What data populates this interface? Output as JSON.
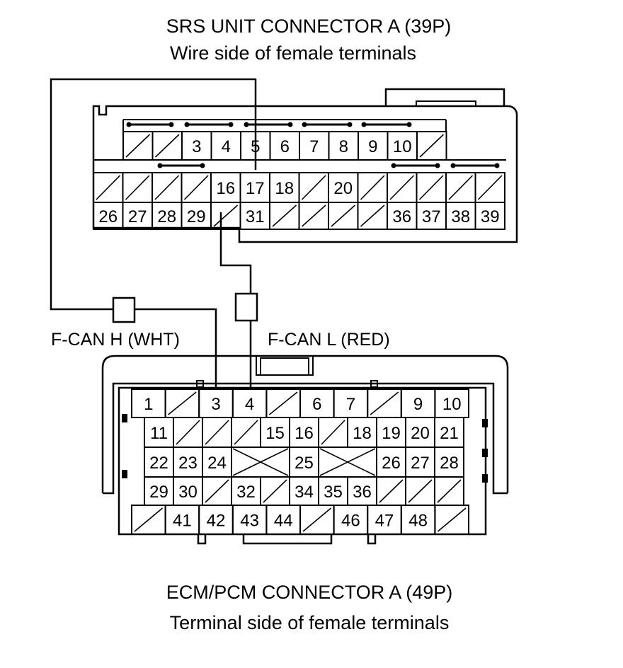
{
  "srs": {
    "title": "SRS UNIT CONNECTOR A (39P)",
    "subtitle": "Wire side of female terminals",
    "row1": [
      "",
      "",
      "3",
      "4",
      "5",
      "6",
      "7",
      "8",
      "9",
      "10",
      ""
    ],
    "row2": [
      "",
      "",
      "",
      "",
      "16",
      "17",
      "18",
      "",
      "20",
      "",
      "",
      "",
      "",
      ""
    ],
    "row3": [
      "26",
      "27",
      "28",
      "29",
      "",
      "31",
      "",
      "",
      "",
      "",
      "36",
      "37",
      "38",
      "39"
    ]
  },
  "wires": {
    "can_h": "F-CAN H (WHT)",
    "can_l": "F-CAN L (RED)"
  },
  "ecm": {
    "title": "ECM/PCM CONNECTOR A (49P)",
    "subtitle": "Terminal side of female terminals",
    "row1": [
      "1",
      "",
      "3",
      "4",
      "",
      "6",
      "7",
      "",
      "9",
      "10"
    ],
    "row2": [
      "11",
      "",
      "",
      "",
      "15",
      "16",
      "",
      "18",
      "19",
      "20",
      "21"
    ],
    "row3": [
      "22",
      "23",
      "24",
      "",
      "25",
      "",
      "26",
      "27",
      "28"
    ],
    "row4": [
      "29",
      "30",
      "",
      "32",
      "",
      "34",
      "35",
      "36",
      "",
      "",
      ""
    ],
    "row5": [
      "",
      "41",
      "42",
      "43",
      "44",
      "",
      "46",
      "47",
      "48",
      ""
    ]
  }
}
